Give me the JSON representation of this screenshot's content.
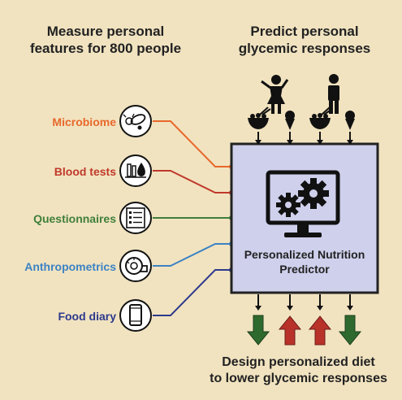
{
  "left_heading": {
    "line1": "Measure personal",
    "line2": "features for 800 people"
  },
  "right_heading": {
    "line1": "Predict personal",
    "line2": "glycemic responses"
  },
  "features": [
    {
      "label": "Microbiome",
      "color": "#e8682c",
      "icon": "microbe-icon"
    },
    {
      "label": "Blood tests",
      "color": "#c0392b",
      "icon": "blood-test-icon"
    },
    {
      "label": "Questionnaires",
      "color": "#3f7f3a",
      "icon": "checklist-icon"
    },
    {
      "label": "Anthropometrics",
      "color": "#3b82c4",
      "icon": "measuring-tape-icon"
    },
    {
      "label": "Food diary",
      "color": "#2d3a8c",
      "icon": "smartphone-icon"
    }
  ],
  "predictor": {
    "line1": "Personalized Nutrition",
    "line2": "Predictor",
    "fill": "#cfd0ec"
  },
  "bottom_heading": {
    "line1": "Design personalized diet",
    "line2": "to lower glycemic responses"
  },
  "arrow_colors": {
    "down": "#2e6a2e",
    "up": "#b8322a"
  }
}
